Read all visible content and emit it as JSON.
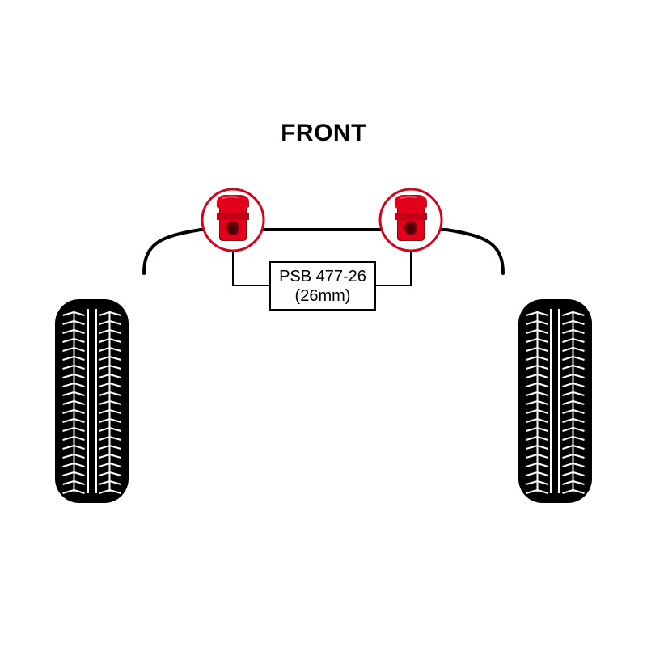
{
  "diagram": {
    "orientation_label": "FRONT",
    "part": {
      "number": "PSB 477-26",
      "size": "(26mm)"
    },
    "colors": {
      "bush": "#e3001b",
      "bush_shadow": "#9a0010",
      "bush_ring": "#d8001a",
      "line": "#000000",
      "tyre": "#000000",
      "tread": "#ffffff"
    },
    "icons": {
      "bush_left": "polyurethane-bush-icon",
      "bush_right": "polyurethane-bush-icon",
      "tyre_left": "tyre-icon",
      "tyre_right": "tyre-icon"
    }
  }
}
